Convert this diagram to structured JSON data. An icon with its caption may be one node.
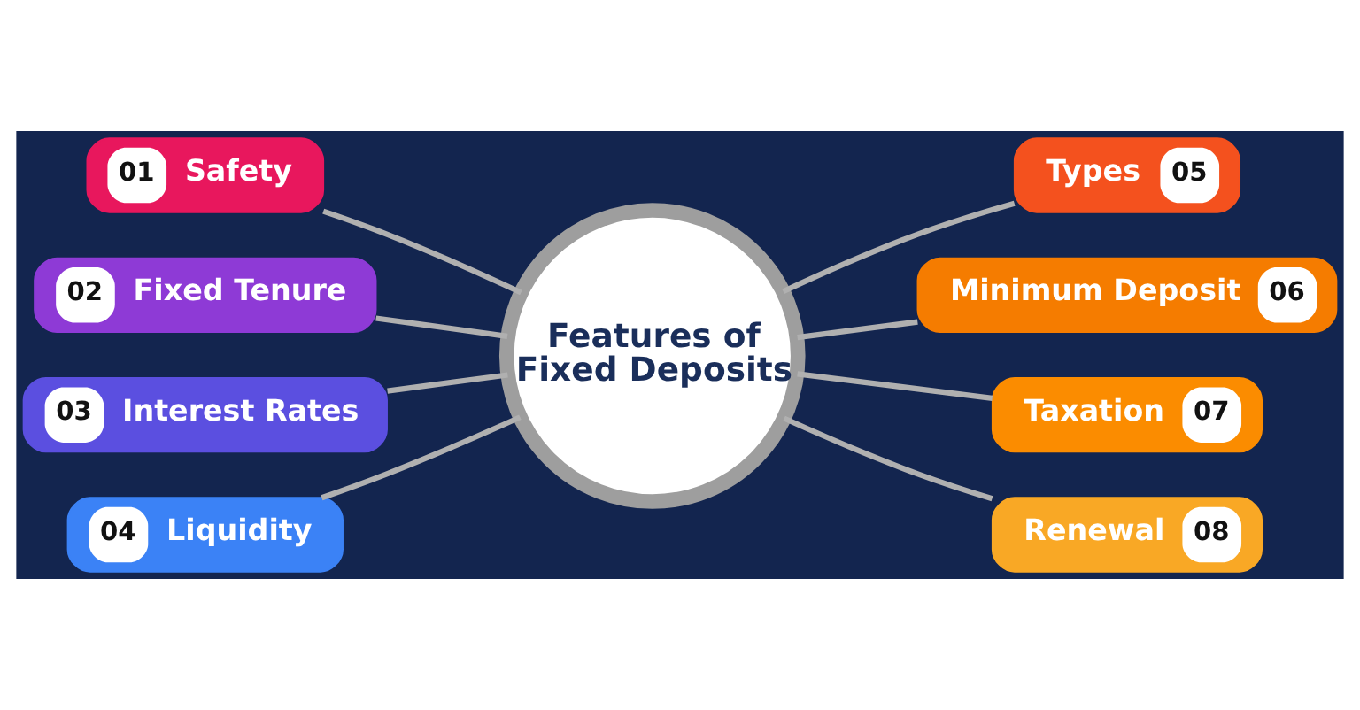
{
  "diagram": {
    "nodes": [
      {
        "text": [
          "Features of Fixed Deposits"
        ]
      },
      {
        "text": [
          "01",
          "Safety"
        ]
      },
      {
        "text": [
          "02",
          "Fixed Tenure"
        ]
      },
      {
        "text": [
          "03",
          "Interest Rates"
        ]
      },
      {
        "text": [
          "04",
          "Liquidity"
        ]
      },
      {
        "text": [
          "Types",
          "05"
        ]
      },
      {
        "text": [
          "Minimum Deposit",
          "06"
        ]
      },
      {
        "text": [
          "Taxation",
          "07"
        ]
      },
      {
        "text": [
          "Renewal",
          "08"
        ]
      }
    ],
    "edges": [
      {
        "from": 1,
        "to": 0,
        "arrow": "none"
      },
      {
        "from": 2,
        "to": 0,
        "arrow": "none"
      },
      {
        "from": 3,
        "to": 0,
        "arrow": "none"
      },
      {
        "from": 4,
        "to": 0,
        "arrow": "none"
      },
      {
        "from": 0,
        "to": 5,
        "arrow": "none"
      },
      {
        "from": 0,
        "to": 6,
        "arrow": "none"
      },
      {
        "from": 0,
        "to": 7,
        "arrow": "none"
      },
      {
        "from": 0,
        "to": 8,
        "arrow": "none"
      }
    ]
  }
}
